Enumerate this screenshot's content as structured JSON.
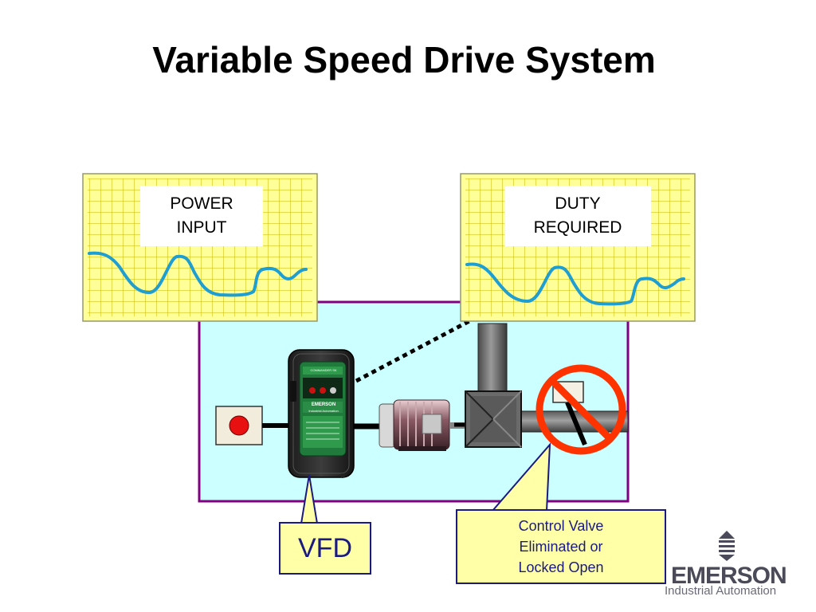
{
  "title": "Variable Speed Drive System",
  "charts": {
    "power": {
      "line1": "POWER",
      "line2": "INPUT"
    },
    "duty": {
      "line1": "DUTY",
      "line2": "REQUIRED"
    }
  },
  "callouts": {
    "vfd": "VFD",
    "valve": {
      "line1": "Control Valve",
      "line2": "Eliminated or",
      "line3": "Locked Open"
    }
  },
  "drive_text": {
    "model": "COMMANDER SK",
    "brand": "EMERSON",
    "sub": "Industrial Automation"
  },
  "logo": {
    "name": "EMERSON",
    "subtitle": "Industrial Automation"
  },
  "colors": {
    "panel_fill": "#ccffff",
    "panel_border": "#800080",
    "chart_fill": "#ffff99",
    "trace": "#1f9ed1",
    "prohibit": "#ff3300",
    "callout_border": "#1a1a80"
  },
  "icons": [
    "stop-button-icon",
    "vfd-drive-icon",
    "motor-icon",
    "pump-icon",
    "control-valve-icon",
    "prohibition-icon",
    "emerson-logo-icon"
  ]
}
